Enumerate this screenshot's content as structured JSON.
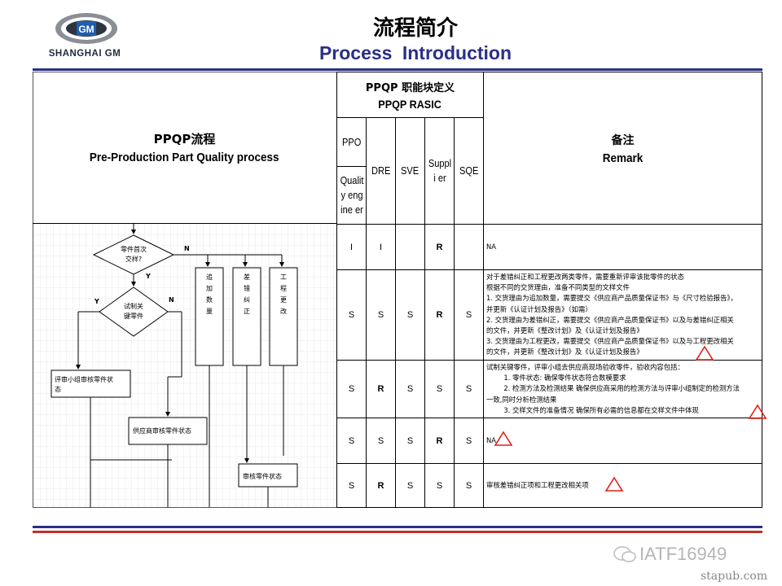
{
  "logo": {
    "mark": "GM",
    "text": "SHANGHAI GM"
  },
  "title": {
    "cn": "流程简介",
    "en": "Process  Introduction"
  },
  "left_header": {
    "cn": "PPQP流程",
    "en": "Pre-Production Part Quality process"
  },
  "rasic_header": {
    "cn": "PPQP 职能块定义",
    "en": "PPQP RASIC"
  },
  "remark_header": {
    "cn": "备注",
    "en": "Remark"
  },
  "columns": {
    "ppo": "PPO",
    "quality": "Quality engine er",
    "dre": "DRE",
    "sve": "SVE",
    "supplier": "Suppli er",
    "sqe": "SQE"
  },
  "rows": [
    {
      "ppo": "I",
      "dre": "I",
      "sve": "",
      "supplier": "R",
      "sqe": "",
      "remark": "NA"
    },
    {
      "ppo": "S",
      "dre": "S",
      "sve": "S",
      "supplier": "R",
      "sqe": "S",
      "remark": "对于差错纠正和工程更改两类零件，需要重新评审该批零件的状态\n根据不同的交货理由，准备不同类型的文样文件\n1. 交货理由为追加数量，需要提交《供应商产品质量保证书》与《尺寸检验报告》，并更新《认证计划及报告》（如需）\n2. 交货理由为差错纠正，需要提交《供应商产品质量保证书》以及与差错纠正相关的文件，并更新《整改计划》及《认证计划及报告》\n3. 交货理由为工程更改，需要提交《供应商产品质量保证书》以及与工程更改相关的文件，并更新《整改计划》及《认证计划及报告》"
    },
    {
      "ppo": "S",
      "dre": "R",
      "sve": "S",
      "supplier": "S",
      "sqe": "S",
      "remark": "试制关键零件，评审小组去供应商现场验收零件，验收内容包括：\n        1. 零件状态: 确保零件状态符合数模要求\n        2. 检测方法及检测结果 确保供应商采用的检测方法与评审小组制定的检测方法一致,同时分析检测结果\n        3. 交样文件的准备情况 确保所有必需的信息都在交样文件中体现"
    },
    {
      "ppo": "S",
      "dre": "S",
      "sve": "S",
      "supplier": "R",
      "sqe": "S",
      "remark": "NA"
    },
    {
      "ppo": "S",
      "dre": "R",
      "sve": "S",
      "supplier": "S",
      "sqe": "S",
      "remark": "审核差错纠正项和工程更改相关项"
    }
  ],
  "flowchart": {
    "d1": "零件首次交样?",
    "d1_no": "N",
    "d1_yes": "Y",
    "d2": "试制关键零件",
    "d2_yes": "Y",
    "d2_no": "N",
    "box_add": "追加数量",
    "box_err": "差错纠正",
    "box_eng": "工程更改",
    "box_review": "评审小组审核零件状态",
    "box_supplier": "供应商审核零件状态",
    "box_audit": "审核零件状态"
  },
  "watermark": "IATF16949",
  "site": "stapub.com",
  "colors": {
    "brand_blue": "#2a2f86",
    "rule_red": "#c0302a",
    "marker_red": "#e0211b"
  }
}
